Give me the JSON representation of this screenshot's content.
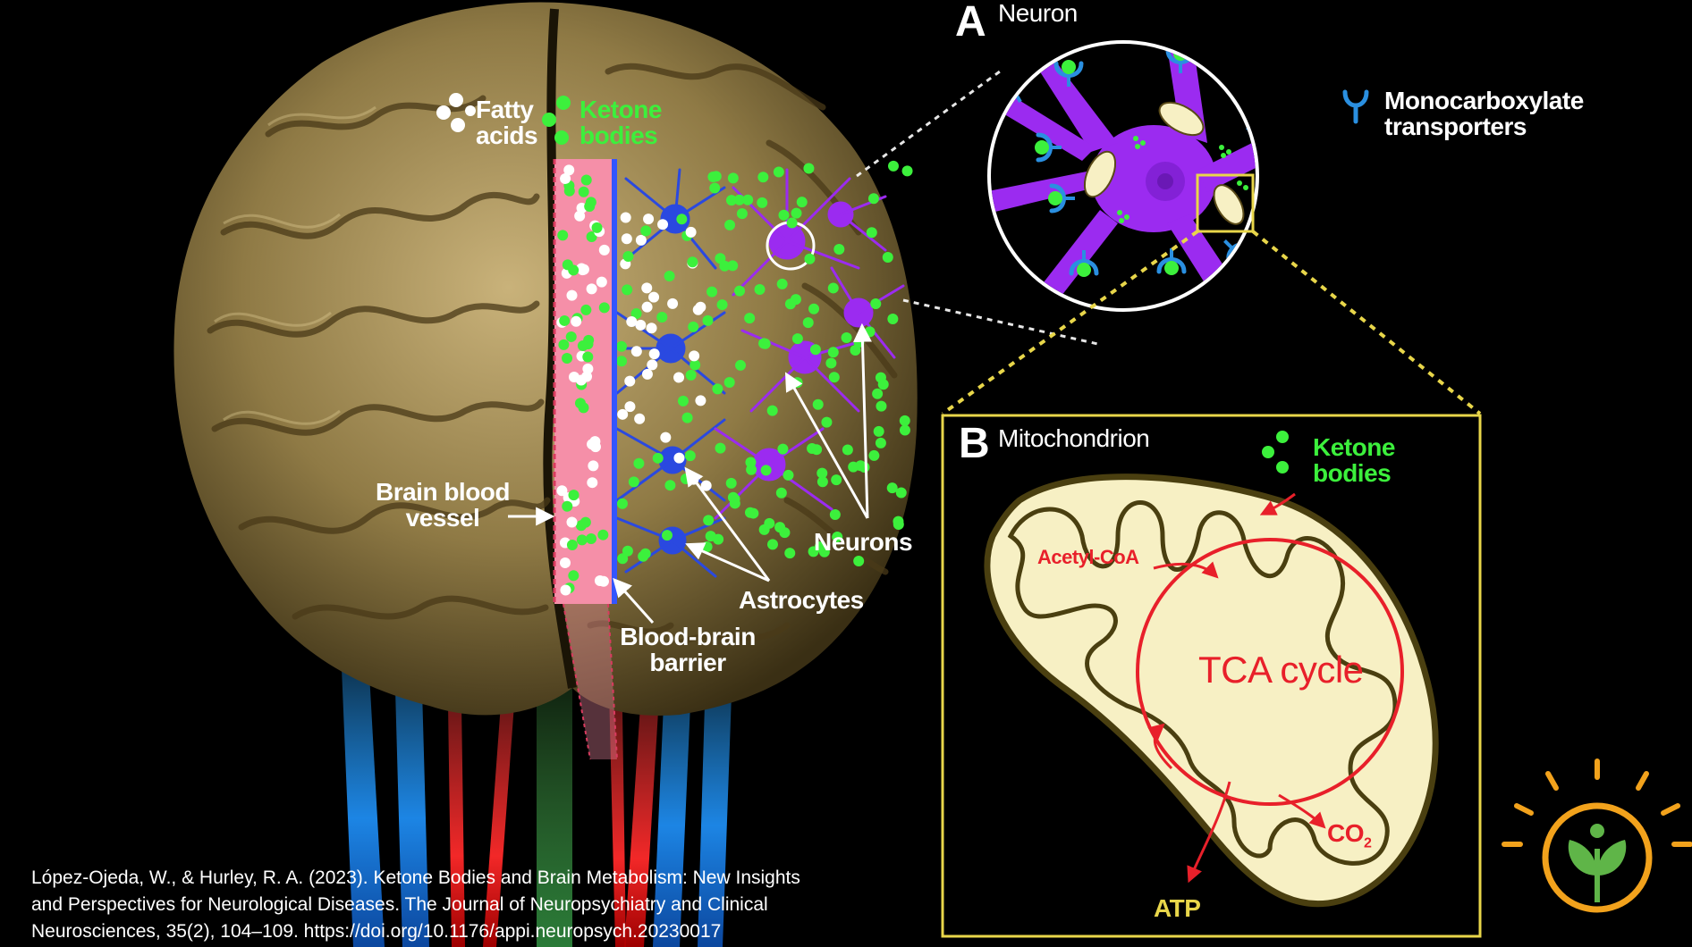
{
  "brain_labels": {
    "fatty_acids_l1": "Fatty",
    "fatty_acids_l2": "acids",
    "ketone_bodies_l1": "Ketone",
    "ketone_bodies_l2": "bodies",
    "brain_blood_vessel_l1": "Brain blood",
    "brain_blood_vessel_l2": "vessel",
    "neurons": "Neurons",
    "astrocytes": "Astrocytes",
    "bbb_l1": "Blood-brain",
    "bbb_l2": "barrier"
  },
  "panel_a": {
    "letter": "A",
    "title": "Neuron",
    "transporters_l1": "Monocarboxylate",
    "transporters_l2": "transporters"
  },
  "panel_b": {
    "letter": "B",
    "title": "Mitochondrion",
    "ketone_l1": "Ketone",
    "ketone_l2": "bodies",
    "acetyl_coa": "Acetyl-CoA",
    "tca_cycle": "TCA cycle",
    "co2_main": "CO",
    "co2_sub": "2",
    "atp": "ATP"
  },
  "citation": {
    "line1": "López-Ojeda, W., & Hurley, R. A. (2023). Ketone Bodies and Brain Metabolism: New Insights",
    "line2": "and Perspectives for Neurological Diseases. The Journal of Neuropsychiatry and Clinical",
    "line3": "Neurosciences, 35(2), 104–109. https://doi.org/10.1176/appi.neuropsych.20230017"
  },
  "logo": {
    "icon": "sprout-sun-fork-icon"
  },
  "colors": {
    "ketone_green": "#3cf03c",
    "neuron_purple": "#9b2bf0",
    "astrocyte_blue": "#2a49e0",
    "vessel_pink": "#f58fa8",
    "mito_fill": "#f7f0c4",
    "mito_membrane": "#4a3f10",
    "tca_red": "#e8202a",
    "panel_border_yellow": "#e8d64a",
    "logo_orange": "#f2a21c",
    "logo_green": "#5fb548"
  }
}
